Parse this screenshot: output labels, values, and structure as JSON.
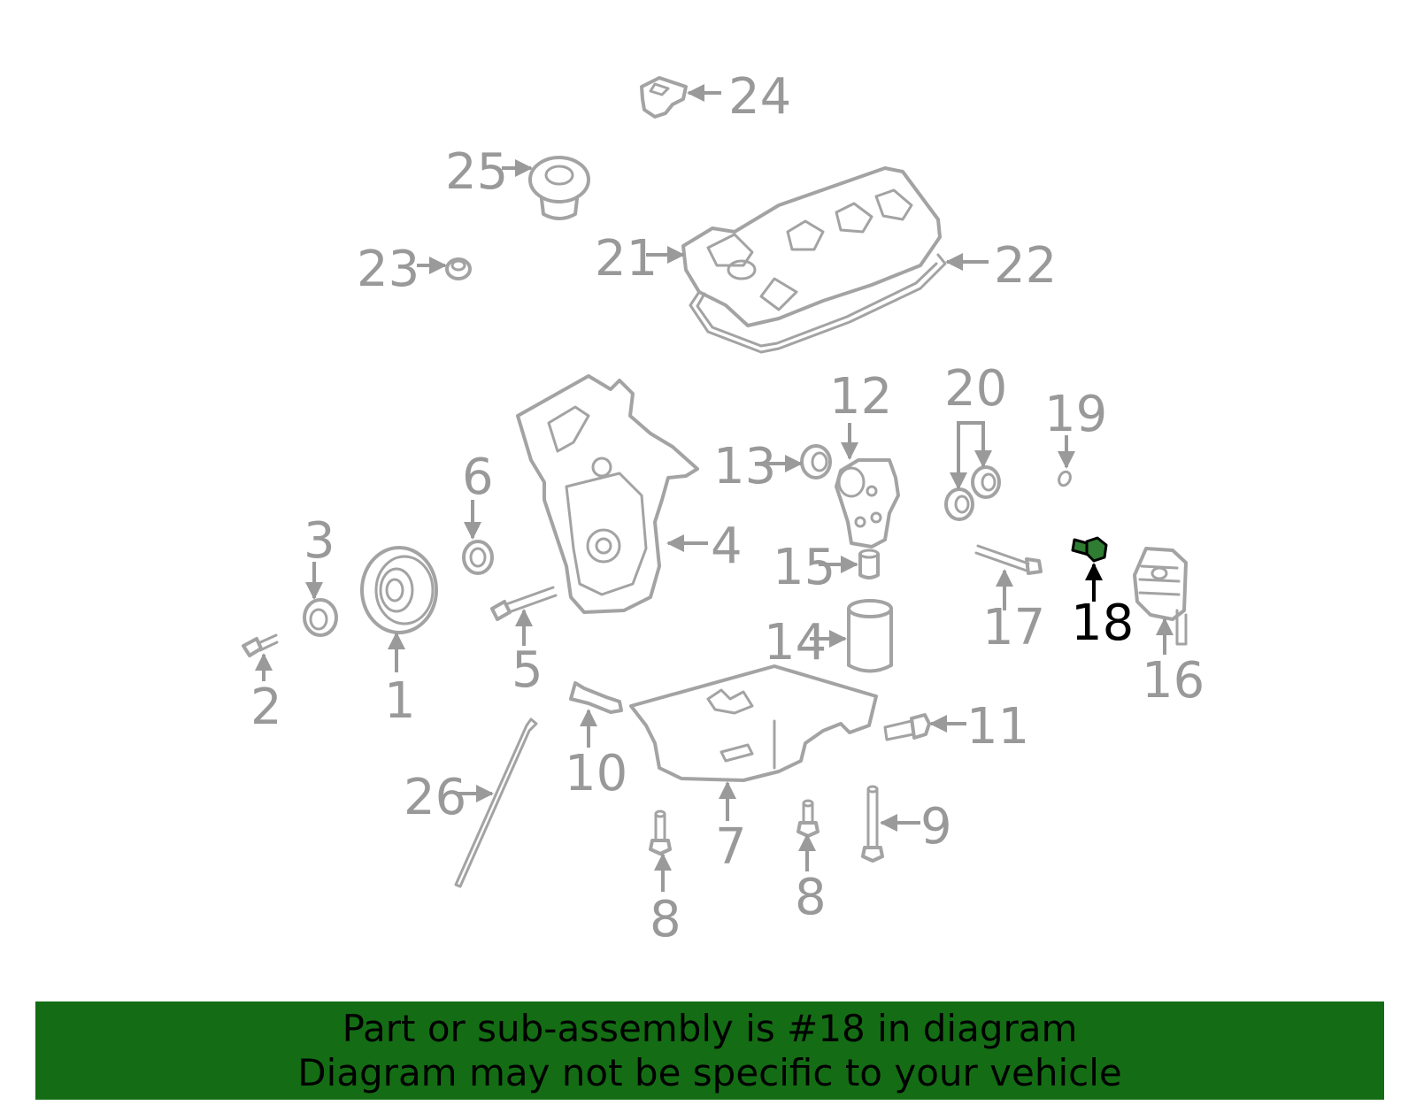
{
  "labels": {
    "l1": "1",
    "l2": "2",
    "l3": "3",
    "l4": "4",
    "l5": "5",
    "l6": "6",
    "l7": "7",
    "l8a": "8",
    "l8b": "8",
    "l9": "9",
    "l10": "10",
    "l11": "11",
    "l12": "12",
    "l13": "13",
    "l14": "14",
    "l15": "15",
    "l16": "16",
    "l17": "17",
    "l18": "18",
    "l19": "19",
    "l20": "20",
    "l21": "21",
    "l22": "22",
    "l23": "23",
    "l24": "24",
    "l25": "25",
    "l26": "26"
  },
  "highlighted_part": "18",
  "colors": {
    "highlight": "#2e7d32",
    "banner": "#146d14",
    "parts": "#a3a3a3",
    "labels": "#999999"
  },
  "banner": {
    "line1": "Part or sub-assembly is #18 in diagram",
    "line2": "Diagram may not be specific to your vehicle"
  }
}
